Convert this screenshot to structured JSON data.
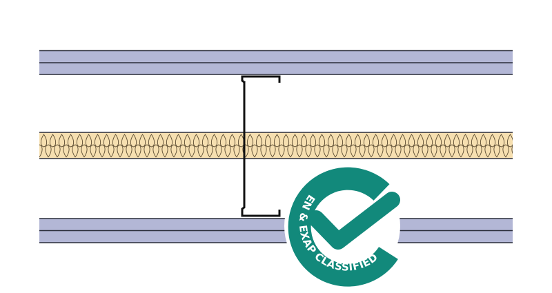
{
  "diagram": {
    "components": [
      "top-double-board-layer",
      "insulation-layer",
      "steel-c-stud",
      "bottom-double-board-layer"
    ],
    "colors": {
      "board": "#b3b7d6",
      "board_line": "#2a2d3a",
      "insulation": "#f6dfb0",
      "stud": "#111111",
      "badge": "#12897b"
    }
  },
  "badge": {
    "text": "EN & EXAP CLASSIFIED",
    "icon": "checkmark-icon"
  }
}
